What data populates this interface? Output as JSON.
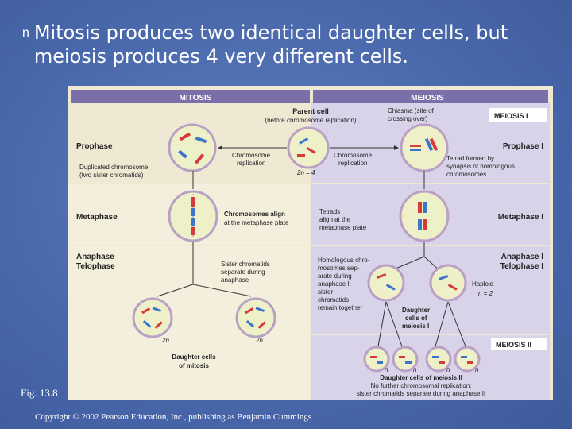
{
  "slide": {
    "bullet_symbol": "n",
    "bullet_text": "Mitosis produces two identical daughter cells, but meiosis produces 4 very different cells.",
    "figure_label": "Fig. 13.8",
    "copyright": "Copyright © 2002 Pearson Education, Inc., publishing as Benjamin Cummings"
  },
  "figure": {
    "mitosis_header": "MITOSIS",
    "meiosis_header": "MEIOSIS",
    "parent_cell": "Parent cell",
    "parent_cell_sub": "(before chromosome replication)",
    "chiasma_1": "Chiasma (site of",
    "chiasma_2": "crossing over)",
    "meiosis_i": "MEIOSIS I",
    "prophase": "Prophase",
    "prophase_i": "Prophase I",
    "chrom_repl_left_1": "Chromosome",
    "chrom_repl_left_2": "replication",
    "chrom_repl_right_1": "Chromosome",
    "chrom_repl_right_2": "replication",
    "two_n_4": "2n = 4",
    "tetrad_1": "Tetrad formed by",
    "tetrad_2": "synapsis of homologous",
    "tetrad_3": "chromosomes",
    "duplicated_1": "Duplicated chromosome",
    "duplicated_2": "(two sister chromatids)",
    "metaphase": "Metaphase",
    "metaphase_i": "Metaphase I",
    "chrom_align_1": "Chromosomes align",
    "chrom_align_2": "at the metaphase plate",
    "tetrads_align_1": "Tetrads",
    "tetrads_align_2": "align at the",
    "tetrads_align_3": "metaphase plate",
    "anaphase": "Anaphase",
    "telophase": "Telophase",
    "anaphase_i": "Anaphase I",
    "telophase_i": "Telophase I",
    "sister_sep_1": "Sister chromatids",
    "sister_sep_2": "separate during",
    "sister_sep_3": "anaphase",
    "homologous_1": "Homologous chro-",
    "homologous_2": "mosomes sep-",
    "homologous_3": "arate during",
    "homologous_4": "anaphase I;",
    "homologous_5": "sister",
    "homologous_6": "chromatids",
    "homologous_7": "remain together",
    "haploid": "Haploid",
    "n_2": "n = 2",
    "daughter_meiosis_i_1": "Daughter",
    "daughter_meiosis_i_2": "cells of",
    "daughter_meiosis_i_3": "meiosis I",
    "two_n_left": "2n",
    "two_n_right": "2n",
    "daughter_mitosis_1": "Daughter cells",
    "daughter_mitosis_2": "of mitosis",
    "meiosis_ii": "MEIOSIS II",
    "n_label": "n",
    "daughter_meiosis_ii": "Daughter cells of meiosis II",
    "no_further_1": "No further chromosomal replication;",
    "no_further_2": "sister chromatids separate during anaphase II"
  }
}
